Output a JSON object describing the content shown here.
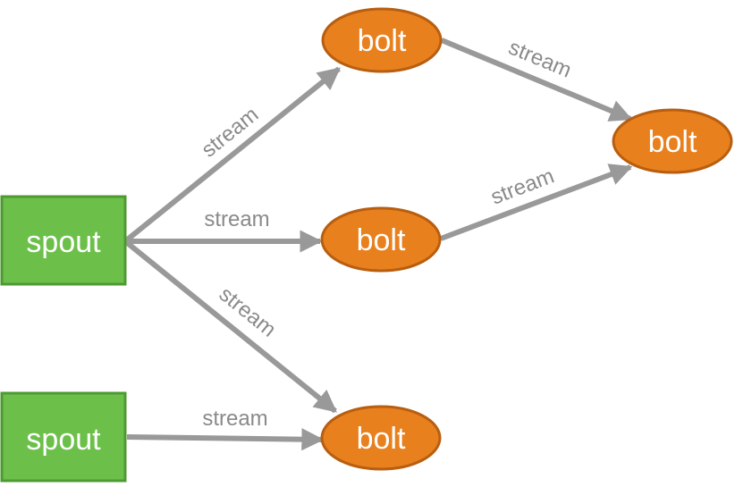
{
  "colors": {
    "spout_fill": "#6cc04a",
    "spout_stroke": "#4e9a32",
    "bolt_fill": "#e8801e",
    "bolt_stroke": "#b85e10",
    "edge": "#999999",
    "edge_label": "#8a8a8a",
    "node_text": "#ffffff"
  },
  "nodes": {
    "spout_top": {
      "label": "spout"
    },
    "spout_bottom": {
      "label": "spout"
    },
    "bolt_top": {
      "label": "bolt"
    },
    "bolt_middle": {
      "label": "bolt"
    },
    "bolt_bottom": {
      "label": "bolt"
    },
    "bolt_right": {
      "label": "bolt"
    }
  },
  "edges": [
    {
      "from": "spout_top",
      "to": "bolt_top",
      "label": "stream"
    },
    {
      "from": "spout_top",
      "to": "bolt_middle",
      "label": "stream"
    },
    {
      "from": "spout_top",
      "to": "bolt_bottom",
      "label": "stream"
    },
    {
      "from": "spout_bottom",
      "to": "bolt_bottom",
      "label": "stream"
    },
    {
      "from": "bolt_top",
      "to": "bolt_right",
      "label": "stream"
    },
    {
      "from": "bolt_middle",
      "to": "bolt_right",
      "label": "stream"
    }
  ]
}
